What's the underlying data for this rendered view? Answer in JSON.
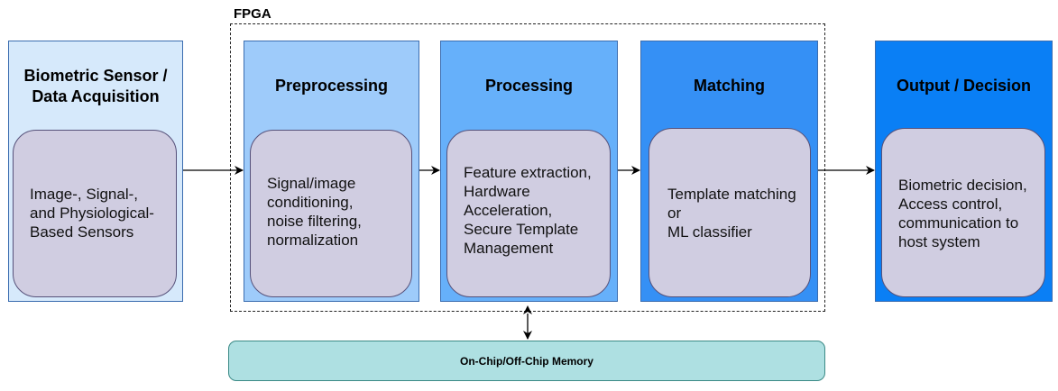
{
  "fpga": {
    "label": "FPGA"
  },
  "stages": [
    {
      "id": "sensor",
      "title": "Biometric Sensor /\nData Acquisition",
      "body": "Image-, Signal-,\nand Physiological-\nBased Sensors"
    },
    {
      "id": "pre",
      "title": "Preprocessing",
      "body": "Signal/image\nconditioning,\nnoise filtering,\nnormalization"
    },
    {
      "id": "proc",
      "title": "Processing",
      "body": "Feature extraction,\nHardware\nAcceleration,\nSecure Template\nManagement"
    },
    {
      "id": "match",
      "title": "Matching",
      "body": "Template matching\nor\nML classifier"
    },
    {
      "id": "output",
      "title": "Output / Decision",
      "body": "Biometric decision,\nAccess control,\ncommunication to\nhost system"
    }
  ],
  "memory": {
    "label": "On-Chip/Off-Chip Memory"
  },
  "colors": {
    "sensor_fill": "#d6e9fb",
    "pre_fill": "#9ecbfa",
    "proc_fill": "#66b0fa",
    "match_fill": "#3590f5",
    "output_fill": "#0a7ff5",
    "inner_fill": "#d0cde1",
    "memory_fill": "#aee0e2"
  }
}
